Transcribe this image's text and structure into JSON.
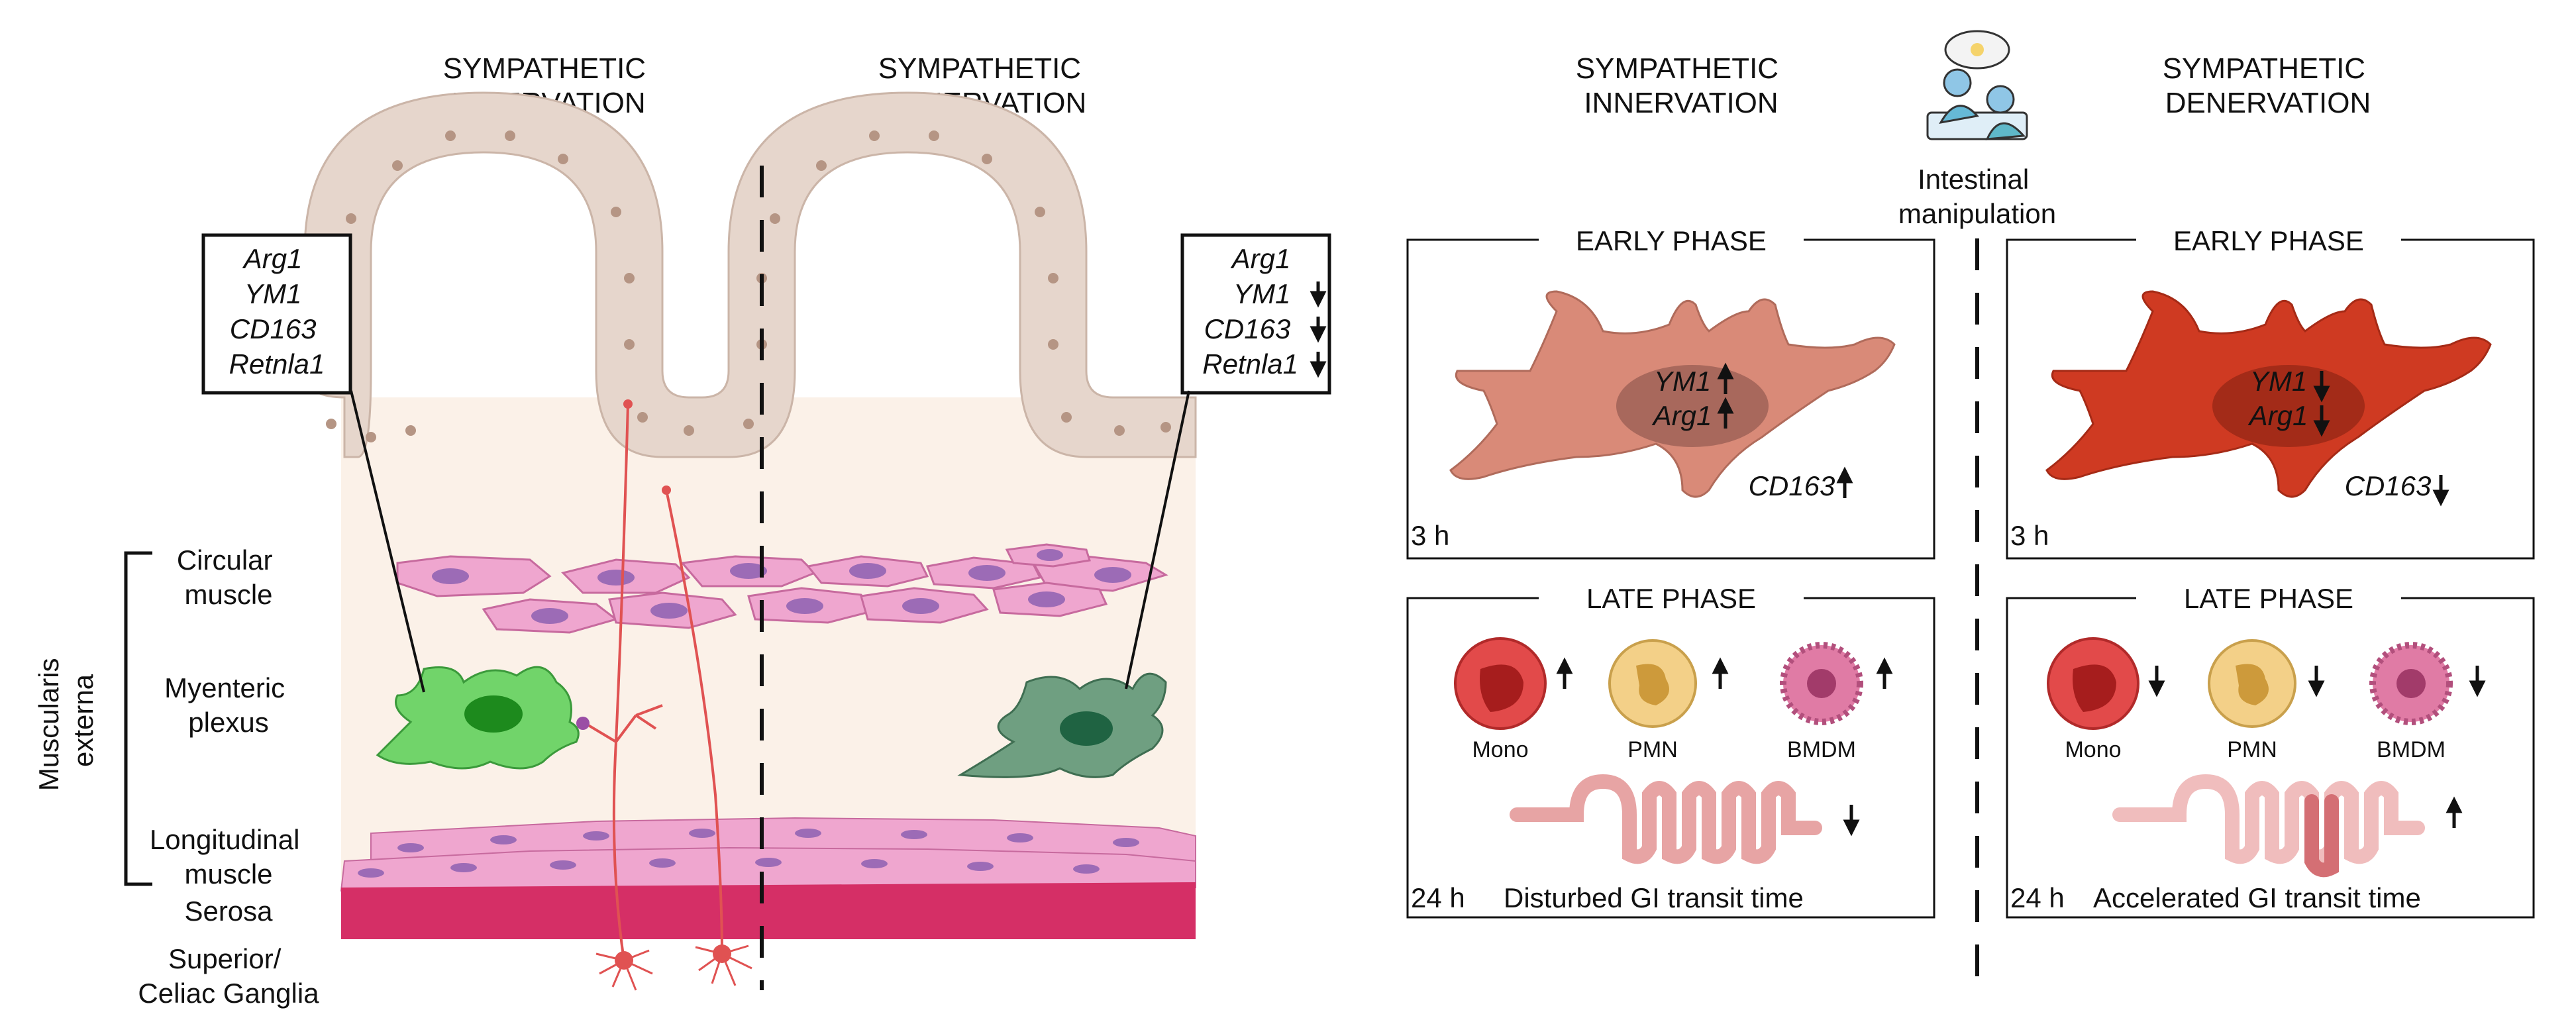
{
  "left_panel": {
    "col_innervation": [
      "SYMPATHETIC",
      "INNERVATION"
    ],
    "col_denervation": [
      "SYMPATHETIC",
      "DENERVATION"
    ],
    "box_innervation": [
      "Arg1",
      "YM1",
      "CD163",
      "Retnla1"
    ],
    "box_denervation": [
      "Arg1",
      "YM1",
      "CD163",
      "Retnla1"
    ],
    "muscularis_label": [
      "Muscularis",
      "externa"
    ],
    "layer_labels": {
      "circular": [
        "Circular",
        "muscle"
      ],
      "myenteric": [
        "Myenteric",
        "plexus"
      ],
      "longitudinal": [
        "Longitudinal",
        "muscle"
      ],
      "serosa": "Serosa",
      "ganglia": [
        "Superior/",
        "Celiac Ganglia"
      ]
    }
  },
  "right_panel": {
    "col_innervation": [
      "SYMPATHETIC",
      "INNERVATION"
    ],
    "col_denervation": [
      "SYMPATHETIC",
      "DENERVATION"
    ],
    "surgery_label": [
      "Intestinal",
      "manipulation"
    ],
    "early_phase": {
      "title": "EARLY PHASE",
      "time": "3 h",
      "genes": [
        "YM1",
        "Arg1"
      ],
      "cd163": "CD163",
      "innervation_color": "#d98a78",
      "denervation_color": "#cf3a22"
    },
    "late_phase": {
      "title": "LATE PHASE",
      "time": "24 h",
      "cells": [
        "Mono",
        "PMN",
        "BMDM"
      ],
      "innervation_caption": "Disturbed GI transit time",
      "denervation_caption": "Accelerated GI transit time"
    }
  },
  "colors": {
    "mucosa": "#e6d6cc",
    "muscle": "#efa6cf",
    "serosa": "#d52f66",
    "tissue_bg": "#fbf1e8",
    "nerve": "#e05252",
    "macrophage_innervated": "#71d46a",
    "macrophage_denervated": "#6f9f81"
  }
}
